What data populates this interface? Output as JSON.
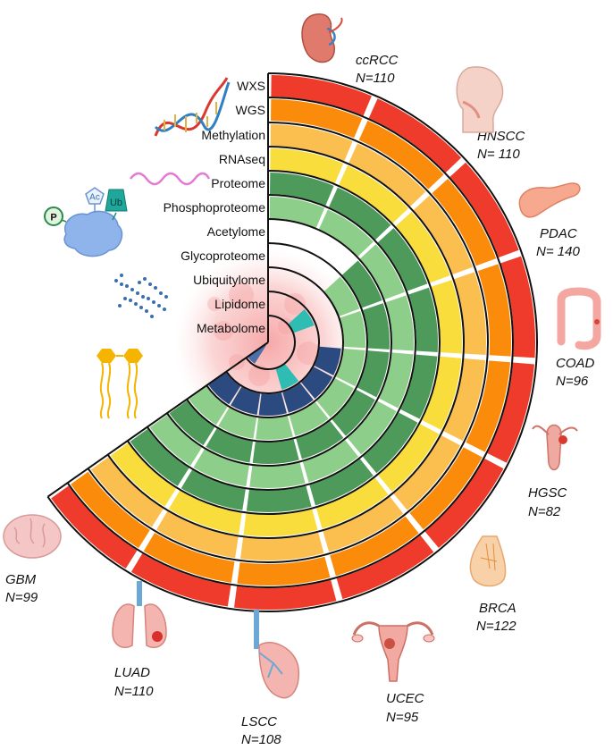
{
  "omics": [
    {
      "label": "WXS",
      "color": "#ee3b2b"
    },
    {
      "label": "WGS",
      "color": "#fb8c0b"
    },
    {
      "label": "Methylation",
      "color": "#fbbf4f"
    },
    {
      "label": "RNAseq",
      "color": "#f9dd3d"
    },
    {
      "label": "Proteome",
      "color": "#4e9a5a"
    },
    {
      "label": "Phosphoproteome",
      "color": "#8dcf8a"
    },
    {
      "label": "Acetylome",
      "color": "#4e9a5a"
    },
    {
      "label": "Glycoproteome",
      "color": "#8dcf8a"
    },
    {
      "label": "Ubiquitylome",
      "color": "#2b4b80"
    },
    {
      "label": "Lipidome",
      "color": "#2fbcb2"
    },
    {
      "label": "Metabolome",
      "color": "#4c6fa8"
    }
  ],
  "cancers": [
    {
      "name": "ccRCC",
      "n": "N=110"
    },
    {
      "name": "HNSCC",
      "n": "N= 110"
    },
    {
      "name": "PDAC",
      "n": "N= 140"
    },
    {
      "name": "COAD",
      "n": "N=96"
    },
    {
      "name": "HGSC",
      "n": "N=82"
    },
    {
      "name": "BRCA",
      "n": "N=122"
    },
    {
      "name": "UCEC",
      "n": "N=95"
    },
    {
      "name": "LSCC",
      "n": "N=108"
    },
    {
      "name": "LUAD",
      "n": "N=110"
    },
    {
      "name": "GBM",
      "n": "N=99"
    }
  ],
  "icons": {
    "dna": "dna-helix-icon",
    "rna": "rna-wave-icon",
    "protein": "modified-protein-icon",
    "glycan": "glycan-chain-icon",
    "lipid": "lipid-bilayer-icon",
    "ptm_p": "P",
    "ptm_ac": "Ac",
    "ptm_ub": "Ub"
  }
}
